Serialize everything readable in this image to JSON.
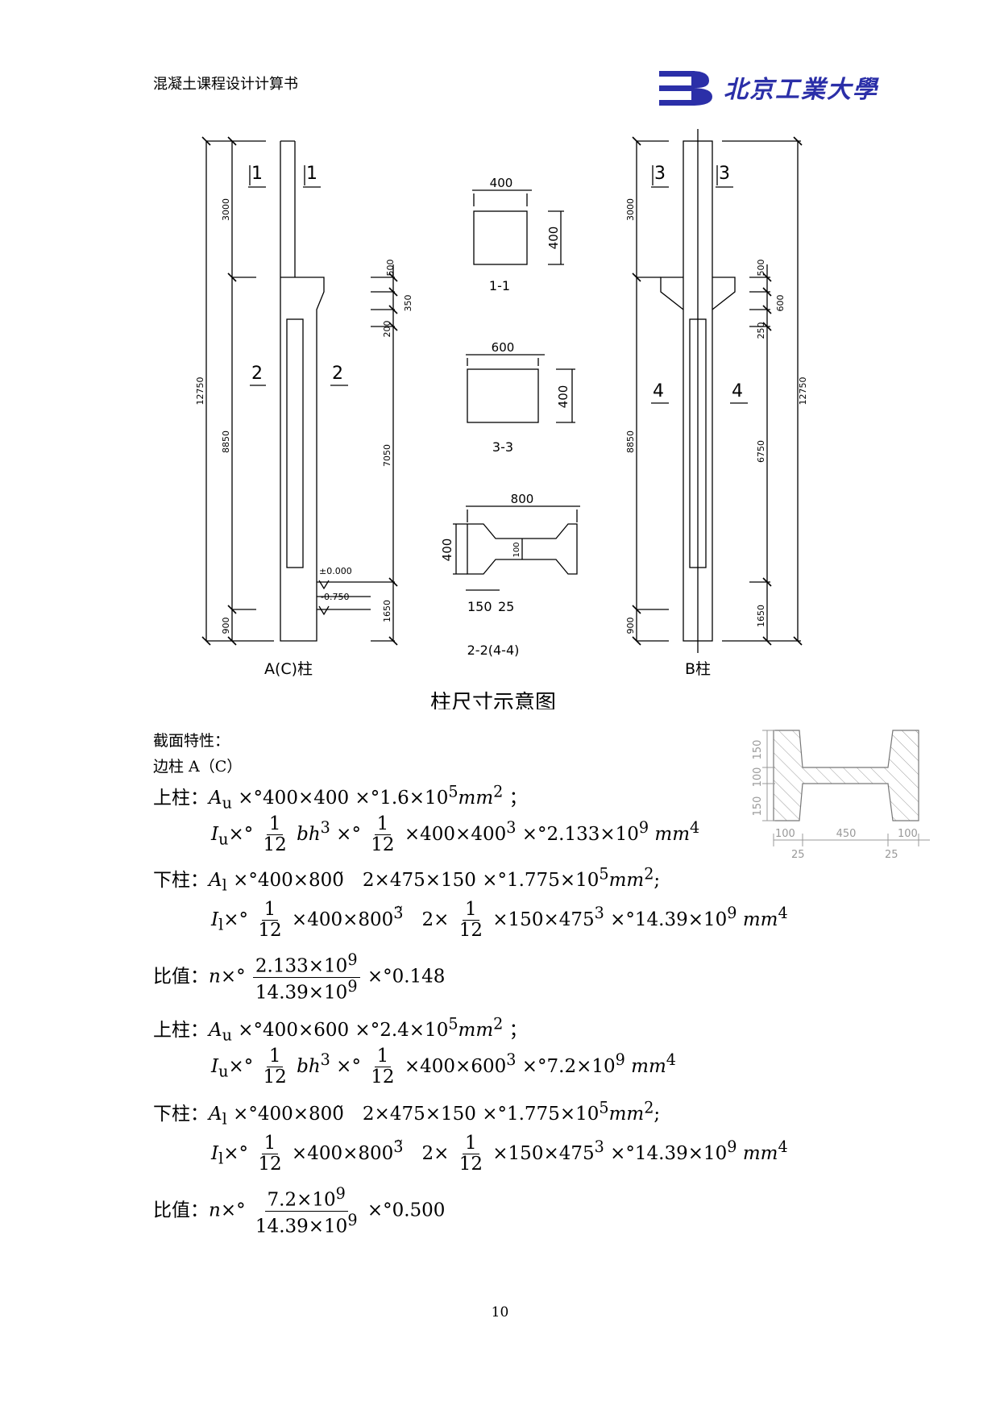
{
  "header": {
    "title": "混凝土课程设计计算书",
    "university": "北京工業大學",
    "logo_color": "#2b2fa8"
  },
  "drawing": {
    "caption": "柱尺寸示意图",
    "col_a_label": "A(C)柱",
    "col_b_label": "B柱",
    "section_labels": [
      "1",
      "1",
      "2",
      "2",
      "3",
      "3",
      "4",
      "4"
    ],
    "sec11": {
      "w": "400",
      "h": "400",
      "name": "1-1"
    },
    "sec33": {
      "w": "600",
      "h": "400",
      "name": "3-3"
    },
    "sec22": {
      "w": "800",
      "h": "400",
      "web": "100",
      "d1": "150",
      "d2": "25",
      "name": "2-2(4-4)"
    },
    "dims_a": {
      "total": "12750",
      "upper": "3000",
      "lower": "8850",
      "base": "900",
      "r1": "500",
      "r2": "350",
      "r3": "200",
      "r4": "7050",
      "r5": "1650",
      "lv0": "±0.000",
      "lv1": "-0.750"
    },
    "dims_b": {
      "total": "12750",
      "upper": "3000",
      "lower": "8850",
      "base": "900",
      "r1": "500",
      "r2": "600",
      "r3": "250",
      "r4": "6750",
      "r5": "1650"
    },
    "ibeam": {
      "h1": "150",
      "h2": "100",
      "h3": "150",
      "w1": "100",
      "w2": "450",
      "w3": "100",
      "f1": "25",
      "f2": "25"
    }
  },
  "text": {
    "section_props": "截面特性：",
    "edge_col": "边柱 A（C）"
  },
  "formulas": {
    "f1_label": "上柱：",
    "f1": "A",
    "f1_sub": "u",
    "f1_eq": "×°400×400 ×°1.6×10",
    "f1_exp": "5",
    "f1_unit": "mm",
    "f1_uexp": "2",
    "f1_end": "；",
    "f2": "I",
    "f2_sub": "u",
    "f2_a": "×°",
    "f2_n1": "1",
    "f2_d1": "12",
    "f2_b": "bh",
    "f2_bexp": "3",
    "f2_c": " ×°",
    "f2_n2": "1",
    "f2_d2": "12",
    "f2_d": "×400×400",
    "f2_dexp": "3",
    "f2_e": " ×°2.133×10",
    "f2_eexp": "9",
    "f2_unit": "mm",
    "f2_uexp": "4",
    "f3_label": "下柱：",
    "f3": "A",
    "f3_sub": "l",
    "f3_eq": "×°400×800̃　2×475×150 ×°1.775×10",
    "f3_exp": "5",
    "f3_unit": "mm",
    "f3_uexp": "2",
    "f3_end": ";",
    "f4": "I",
    "f4_sub": "l",
    "f4_a": "×°",
    "f4_n1": "1",
    "f4_d1": "12",
    "f4_b": "×400×800",
    "f4_bexp": "3̃",
    "f4_c": "　2×",
    "f4_n2": "1",
    "f4_d2": "12",
    "f4_d": "×150×475",
    "f4_dexp": "3",
    "f4_e": " ×°14.39×10",
    "f4_eexp": "9",
    "f4_unit": "mm",
    "f4_uexp": "4",
    "f5_label": "比值：",
    "f5": "n",
    "f5_a": "×°",
    "f5_num": "2.133×10",
    "f5_nexp": "9",
    "f5_den": "14.39×10",
    "f5_dexp": "9",
    "f5_e": " ×°0.148",
    "f6_label": "上柱：",
    "f6": "A",
    "f6_sub": "u",
    "f6_eq": "×°400×600 ×°2.4×10",
    "f6_exp": "5",
    "f6_unit": "mm",
    "f6_uexp": "2",
    "f6_end": "；",
    "f7": "I",
    "f7_sub": "u",
    "f7_a": "×°",
    "f7_n1": "1",
    "f7_d1": "12",
    "f7_b": "bh",
    "f7_bexp": "3",
    "f7_c": " ×°",
    "f7_n2": "1",
    "f7_d2": "12",
    "f7_d": "×400×600",
    "f7_dexp": "3",
    "f7_e": " ×°7.2×10",
    "f7_eexp": "9",
    "f7_unit": "mm",
    "f7_uexp": "4",
    "f8_label": "下柱：",
    "f8": "A",
    "f8_sub": "l",
    "f8_eq": "×°400×800̃　2×475×150 ×°1.775×10",
    "f8_exp": "5",
    "f8_unit": "mm",
    "f8_uexp": "2",
    "f8_end": ";",
    "f9": "I",
    "f9_sub": "l",
    "f9_a": "×°",
    "f9_n1": "1",
    "f9_d1": "12",
    "f9_b": "×400×800",
    "f9_bexp": "3̃",
    "f9_c": "　2×",
    "f9_n2": "1",
    "f9_d2": "12",
    "f9_d": "×150×475",
    "f9_dexp": "3",
    "f9_e": " ×°14.39×10",
    "f9_eexp": "9",
    "f9_unit": "mm",
    "f9_uexp": "4",
    "f10_label": "比值：",
    "f10": "n",
    "f10_a": "×°",
    "f10_num": "7.2×10",
    "f10_nexp": "9",
    "f10_den": "14.39×10",
    "f10_dexp": "9",
    "f10_e": " ×°0.500"
  },
  "footer": {
    "page": "10"
  }
}
